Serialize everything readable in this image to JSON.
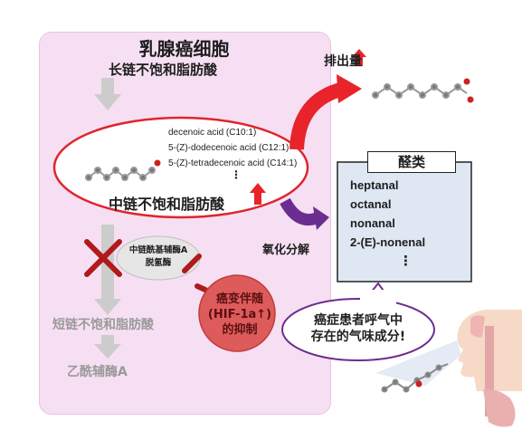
{
  "cell": {
    "title": "乳腺癌细胞"
  },
  "long_chain": {
    "label": "长链不饱和脂肪酸"
  },
  "medium_chain": {
    "items": [
      "decenoic acid (C10:1)",
      "5-(Z)-dodecenoic acid (C12:1)",
      "5-(Z)-tetradecenoic acid (C14:1)"
    ],
    "more": "⋮",
    "label": "中链不饱和脂肪酸"
  },
  "excretion": {
    "label": "排出量"
  },
  "oxidation": {
    "label": "氧化分解"
  },
  "aldehydes": {
    "title": "醛类",
    "items": [
      "heptanal",
      "octanal",
      "nonanal",
      "2-(E)-nonenal"
    ],
    "more": "⋮"
  },
  "enzyme": {
    "line1": "中链酰基辅酶A",
    "line2": "脱氢酶"
  },
  "cancer_suppression": {
    "line1": "癌变伴随",
    "line2": "(HIF-1a↑)",
    "line3": "的抑制"
  },
  "short_chain": {
    "label": "短链不饱和脂肪酸"
  },
  "acetyl_coa": {
    "label": "乙酰辅酶A"
  },
  "breath": {
    "line1": "癌症患者呼气中",
    "line2": "存在的气味成分!"
  },
  "colors": {
    "cell_fill": "#f6dff2",
    "arrow_red": "#e8232a",
    "arrow_purple": "#6b2d8f",
    "ald_box": "#dfe7f3",
    "ellipse_stroke": "#e0242c"
  }
}
